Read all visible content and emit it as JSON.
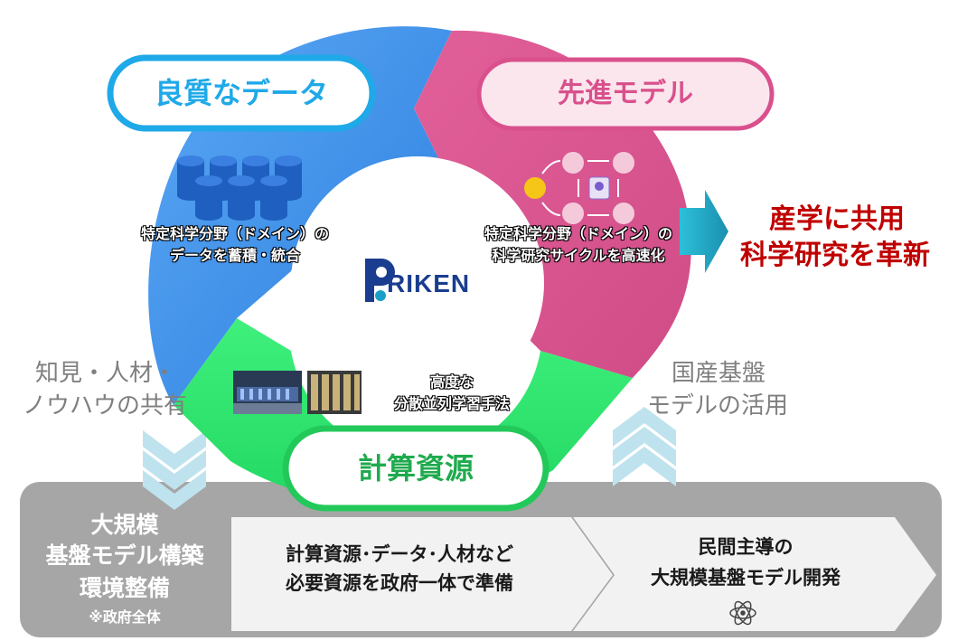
{
  "cycle": {
    "data_pill": "良質なデータ",
    "model_pill": "先進モデル",
    "compute_pill": "計算資源",
    "data_desc_line1": "特定科学分野（ドメイン）の",
    "data_desc_line2": "データを蓄積・統合",
    "model_desc_line1": "特定科学分野（ドメイン）の",
    "model_desc_line2": "科学研究サイクルを高速化",
    "compute_desc_line1": "高度な",
    "compute_desc_line2": "分散並列学習手法",
    "center_logo": "RIKEN"
  },
  "outcome": {
    "line1": "産学に共用",
    "line2": "科学研究を革新"
  },
  "side": {
    "left_line1": "知見・人材・",
    "left_line2": "ノウハウの共有",
    "right_line1": "国産基盤",
    "right_line2": "モデルの活用"
  },
  "base": {
    "left_line1": "大規模",
    "left_line2": "基盤モデル構築",
    "left_line3": "環境整備",
    "left_note": "※政府全体",
    "mid_line1": "計算資源･データ･人材など",
    "mid_line2": "必要資源を政府一体で準備",
    "right_line1": "民間主導の",
    "right_line2": "大規模基盤モデル開発"
  },
  "colors": {
    "blue": "#3d8ee8",
    "pink": "#d9508c",
    "green": "#2ee06a",
    "cyan_outline": "#1fa9e8",
    "gray_base": "#a6a6a6",
    "teal_arrow": "#2aa8c4",
    "red": "#c00000"
  },
  "icons": [
    "database-icon",
    "cycle-diagram-icon",
    "supercomputer-image",
    "server-rack-image",
    "atom-icon",
    "riken-logo"
  ]
}
